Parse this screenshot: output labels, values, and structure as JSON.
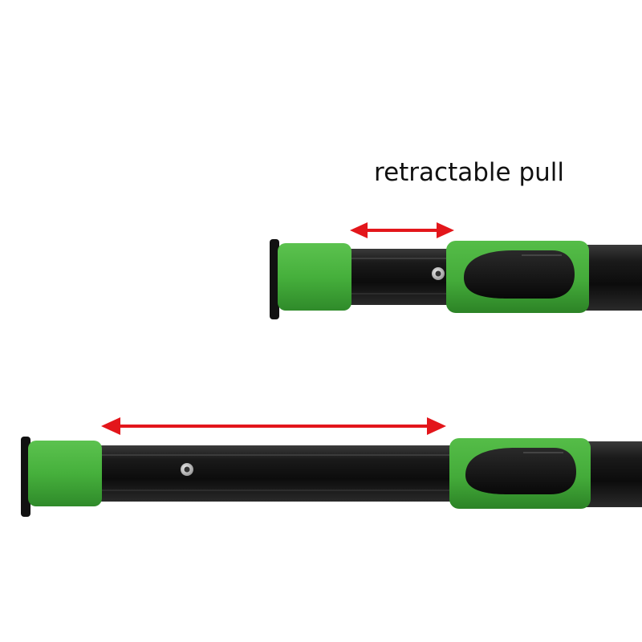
{
  "caption": {
    "text": "retractable pull"
  },
  "colors": {
    "arrow": "#e3161b",
    "grip_green": "#4bb640",
    "grip_green_dark": "#2f8a2a",
    "tube_black": "#151515",
    "background": "#ffffff"
  },
  "icons": {
    "arrow": "double-headed-arrow",
    "handle": "black-oval-grip-insert",
    "bolt": "hex-socket-screw"
  }
}
